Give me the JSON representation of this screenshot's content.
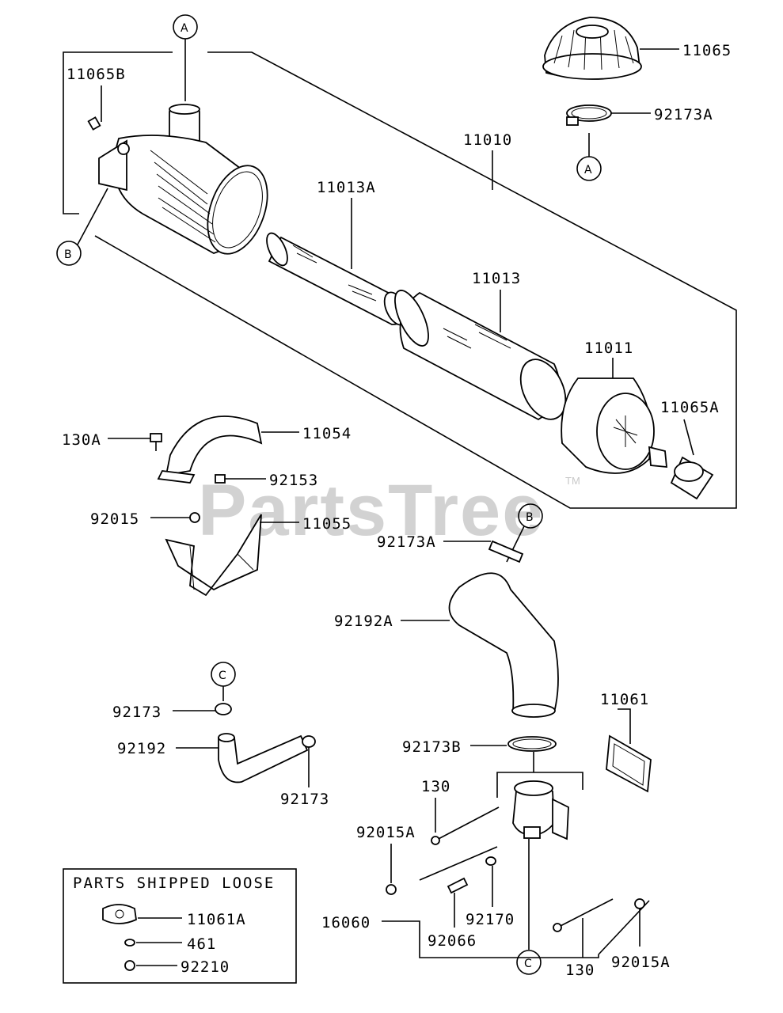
{
  "watermark": {
    "text": "PartsTree",
    "trademark": "TM"
  },
  "parts_box": {
    "title": "PARTS SHIPPED LOOSE"
  },
  "callouts": {
    "A": "A",
    "B": "B",
    "C": "C"
  },
  "labels": {
    "p11065B": "11065B",
    "p11065": "11065",
    "p92173A_top": "92173A",
    "p11010": "11010",
    "p11013A": "11013A",
    "p11013": "11013",
    "p11011": "11011",
    "p11065A": "11065A",
    "p130A": "130A",
    "p11054": "11054",
    "p92153": "92153",
    "p92015": "92015",
    "p11055": "11055",
    "p92173A_mid": "92173A",
    "p92192A": "92192A",
    "p92173_top": "92173",
    "p92192": "92192",
    "p92173_right": "92173",
    "p11061": "11061",
    "p92173B": "92173B",
    "p130_top": "130",
    "p92015A_left": "92015A",
    "p16060": "16060",
    "p92066": "92066",
    "p92170": "92170",
    "p130_bottom": "130",
    "p92015A_right": "92015A",
    "p11061A": "11061A",
    "p461": "461",
    "p92210": "92210"
  }
}
